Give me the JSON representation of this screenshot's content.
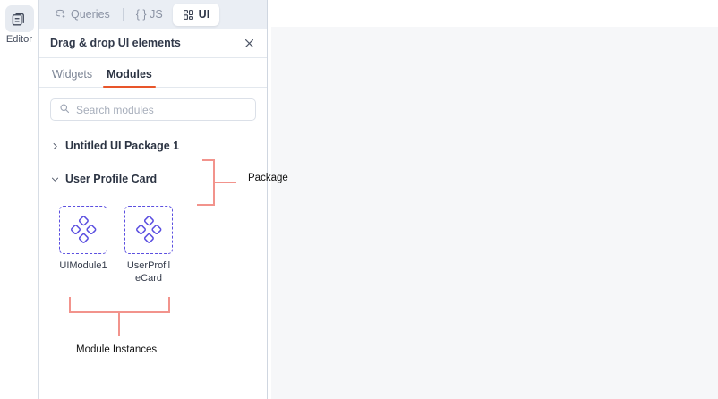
{
  "rail": {
    "items": [
      {
        "label": "Editor",
        "icon": "editor-stacked-pages-icon",
        "active": true
      }
    ]
  },
  "panel": {
    "tabs": [
      {
        "id": "queries",
        "label": "Queries",
        "icon": "database-query-icon",
        "active": false
      },
      {
        "id": "js",
        "label": "{ } JS",
        "icon": "braces-icon",
        "active": false
      },
      {
        "id": "ui",
        "label": "UI",
        "icon": "grid-layout-icon",
        "active": true
      }
    ],
    "header": {
      "title": "Drag & drop UI elements",
      "close_icon": "close-icon"
    },
    "subtabs": [
      {
        "id": "widgets",
        "label": "Widgets",
        "active": false
      },
      {
        "id": "modules",
        "label": "Modules",
        "active": true
      }
    ],
    "search": {
      "placeholder": "Search modules",
      "value": "",
      "icon": "search-icon"
    },
    "tree": [
      {
        "label": "Untitled UI Package 1",
        "expanded": false,
        "chevron": "chevron-right-icon"
      },
      {
        "label": "User Profile Card",
        "expanded": true,
        "chevron": "chevron-down-icon"
      }
    ],
    "modules": [
      {
        "label": "UIModule1",
        "icon": "module-diamonds-icon"
      },
      {
        "label": "UserProfileCard",
        "icon": "module-diamonds-icon"
      }
    ]
  },
  "annotations": [
    {
      "id": "package",
      "text": "Package"
    },
    {
      "id": "module-instances",
      "text": "Module Instances"
    }
  ],
  "colors": {
    "accent_underline": "#e8552a",
    "module_border": "#5b4fe0",
    "annotation": "#f2938c",
    "tabbar_bg": "#eaeef4",
    "canvas_bg": "#f6f7f9"
  }
}
